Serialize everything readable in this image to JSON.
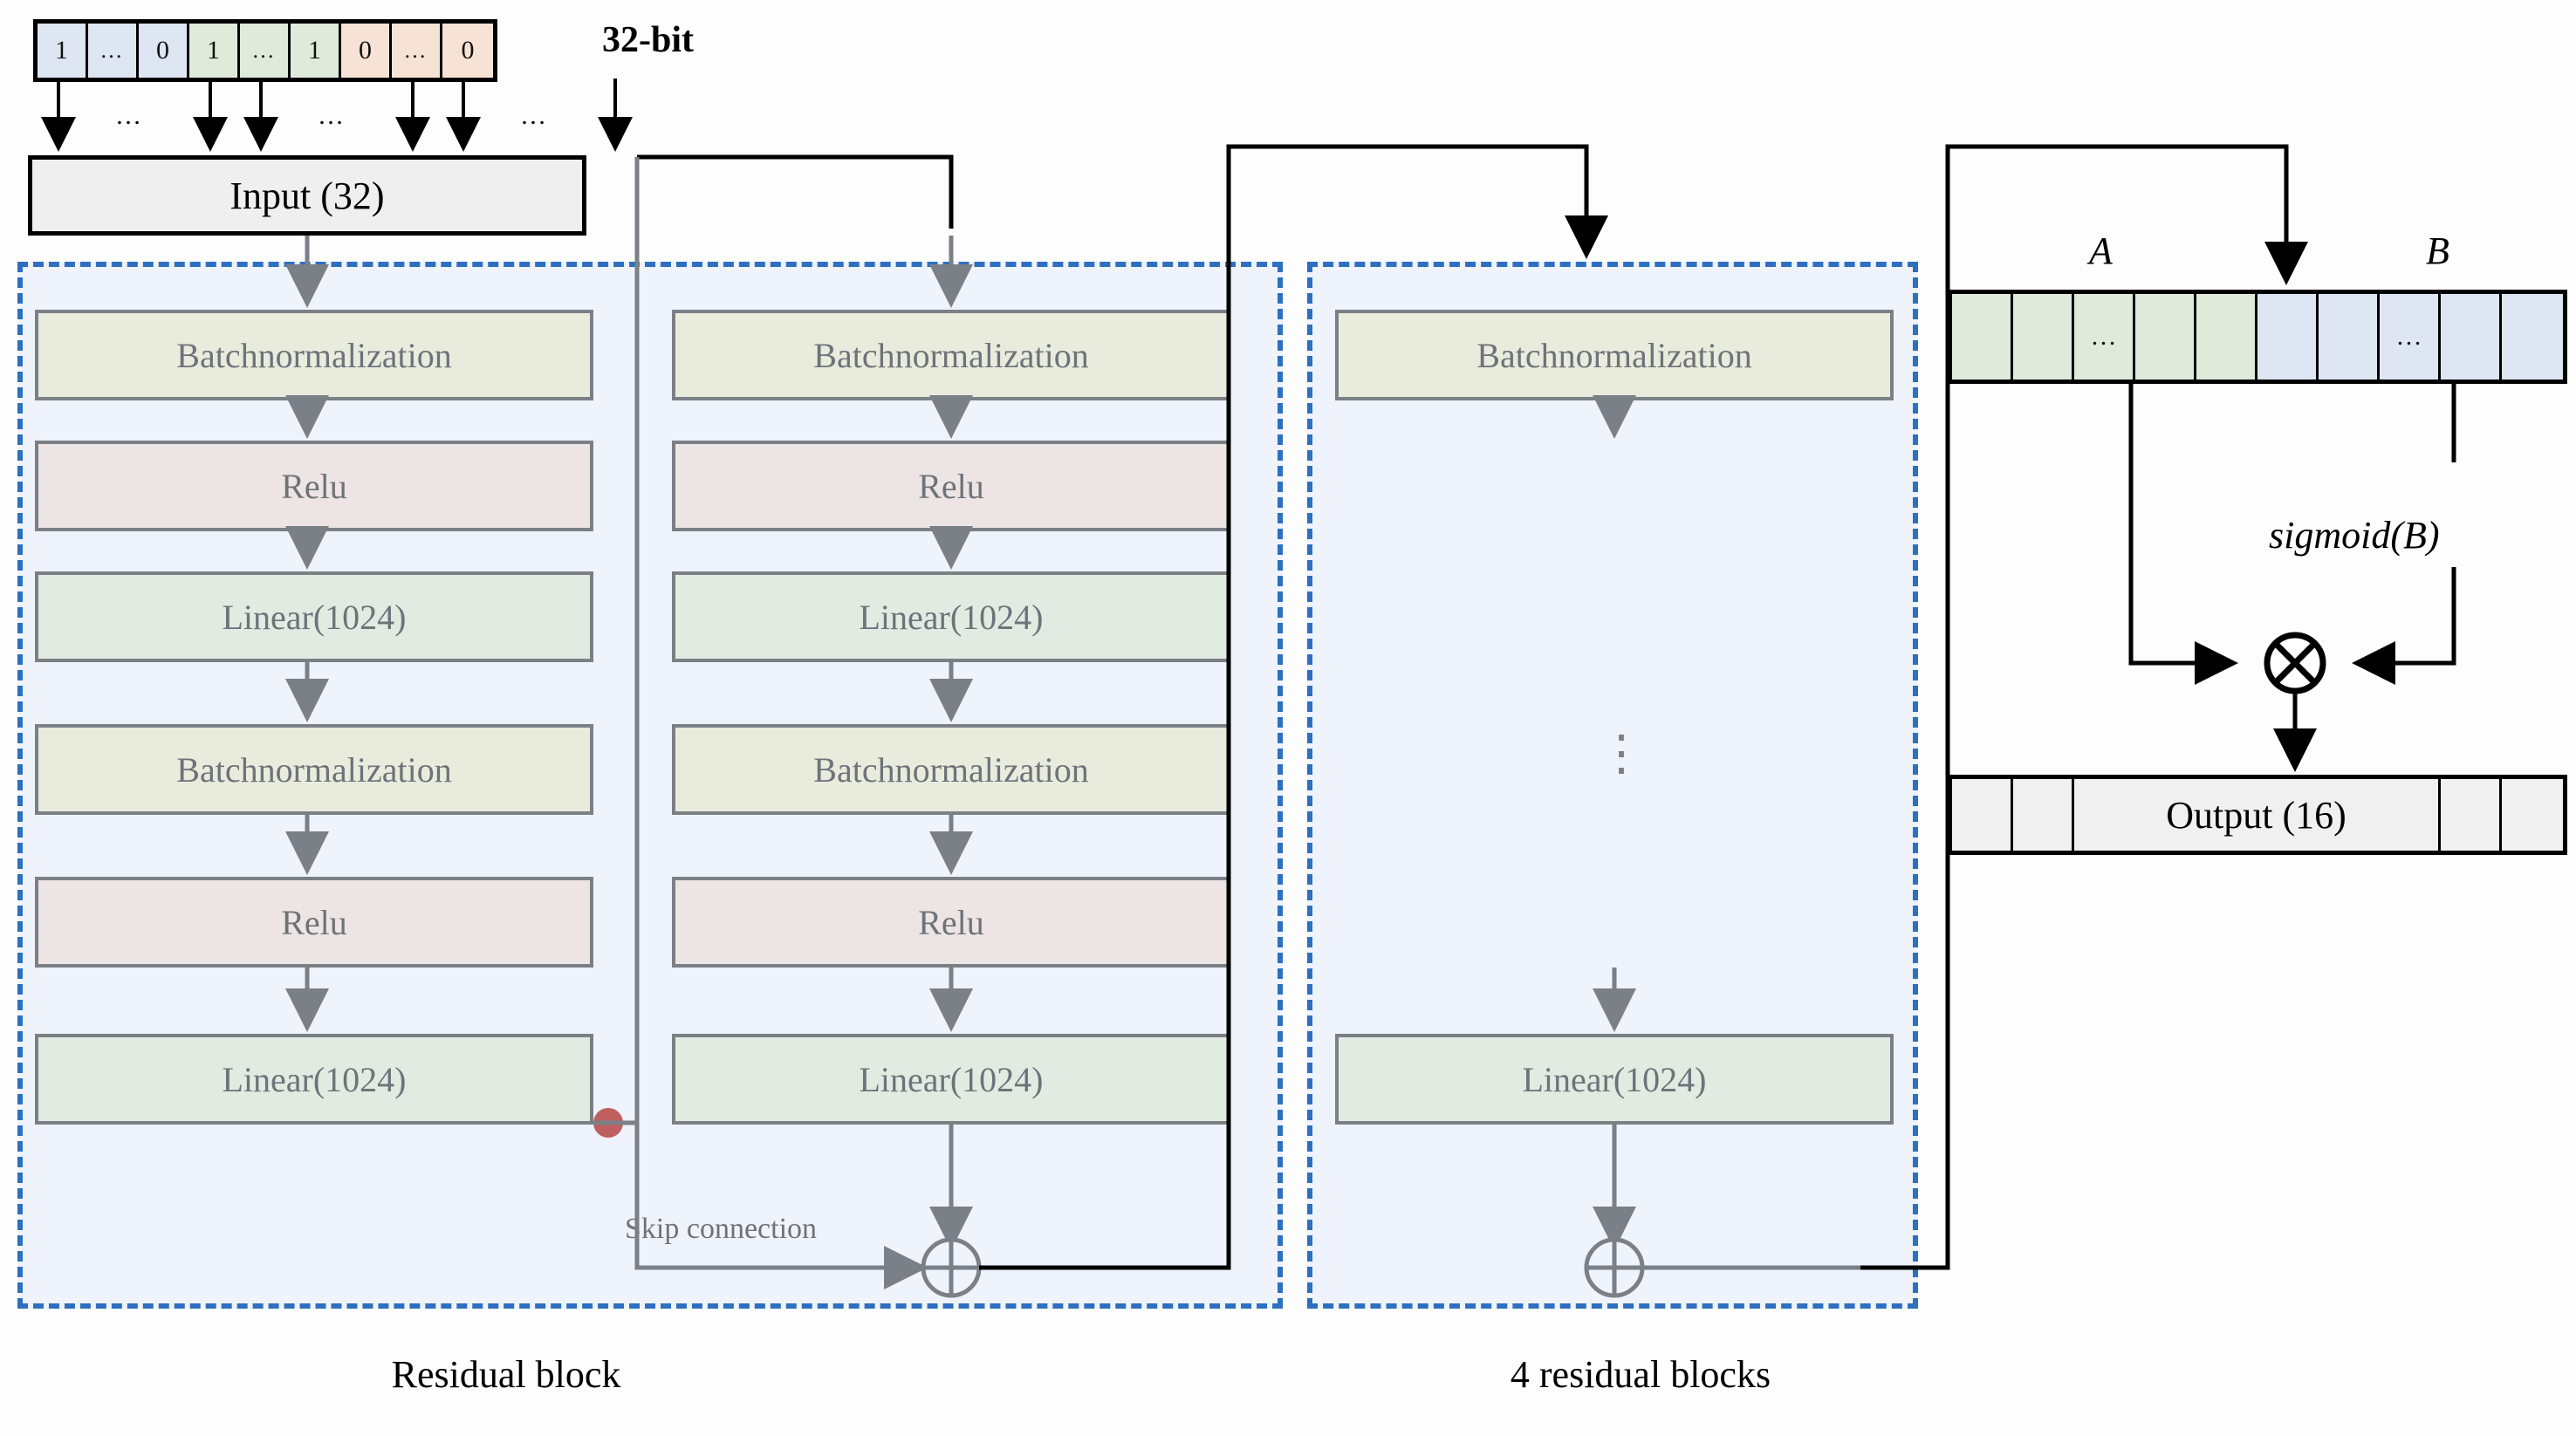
{
  "bit_strip": {
    "label": "32-bit",
    "cells": [
      {
        "v": "1",
        "g": "blue"
      },
      {
        "v": "…",
        "g": "blue"
      },
      {
        "v": "0",
        "g": "blue"
      },
      {
        "v": "1",
        "g": "green"
      },
      {
        "v": "…",
        "g": "green"
      },
      {
        "v": "1",
        "g": "green"
      },
      {
        "v": "0",
        "g": "peach"
      },
      {
        "v": "…",
        "g": "peach"
      },
      {
        "v": "0",
        "g": "peach"
      }
    ],
    "ellipsis_marks": [
      "…",
      "…",
      "…"
    ]
  },
  "input": {
    "label": "Input (32)"
  },
  "blocks": [
    {
      "caption": "Residual block",
      "columns": [
        {
          "layers": [
            {
              "label": "Batchnormalization",
              "kind": "bn"
            },
            {
              "label": "Relu",
              "kind": "relu"
            },
            {
              "label": "Linear(1024)",
              "kind": "lin"
            },
            {
              "label": "Batchnormalization",
              "kind": "bn"
            },
            {
              "label": "Relu",
              "kind": "relu"
            },
            {
              "label": "Linear(1024)",
              "kind": "lin"
            }
          ]
        },
        {
          "layers": [
            {
              "label": "Batchnormalization",
              "kind": "bn"
            },
            {
              "label": "Relu",
              "kind": "relu"
            },
            {
              "label": "Linear(1024)",
              "kind": "lin"
            },
            {
              "label": "Batchnormalization",
              "kind": "bn"
            },
            {
              "label": "Relu",
              "kind": "relu"
            },
            {
              "label": "Linear(1024)",
              "kind": "lin"
            }
          ]
        }
      ],
      "skip_label": "Skip connection",
      "add_symbol": "⊕"
    },
    {
      "caption": "4 residual blocks",
      "columns": [
        {
          "layers": [
            {
              "label": "Batchnormalization",
              "kind": "bn"
            },
            {
              "label": "Linear(1024)",
              "kind": "lin"
            }
          ],
          "vertical_ellipsis": "⋮"
        }
      ],
      "add_symbol": "⊕"
    }
  ],
  "gate": {
    "label_a": "A",
    "label_b": "B",
    "sigmoid_label": "sigmoid(B)",
    "multiply_symbol": "⊗",
    "a_cells": [
      "",
      "",
      "…",
      "",
      ""
    ],
    "b_cells": [
      "",
      "",
      "…",
      "",
      ""
    ]
  },
  "output": {
    "label": "Output (16)",
    "left_cells": 2,
    "right_cells": 2
  },
  "colors": {
    "bit_blue": "#dde6f2",
    "bit_green": "#dfeadb",
    "bit_peach": "#f7e3d5",
    "block_dash": "#2e6fbf",
    "block_fill": "#eef3fc",
    "bn_fill": "#e9ecdd",
    "relu_fill": "#ece5e3",
    "linear_fill": "#e1ebe1",
    "layer_border": "#7b7f86",
    "layer_text": "#6e737a",
    "skip_dot": "#bf5f5f",
    "arrow_grey": "#7b7f86",
    "arrow_black": "#000000"
  }
}
